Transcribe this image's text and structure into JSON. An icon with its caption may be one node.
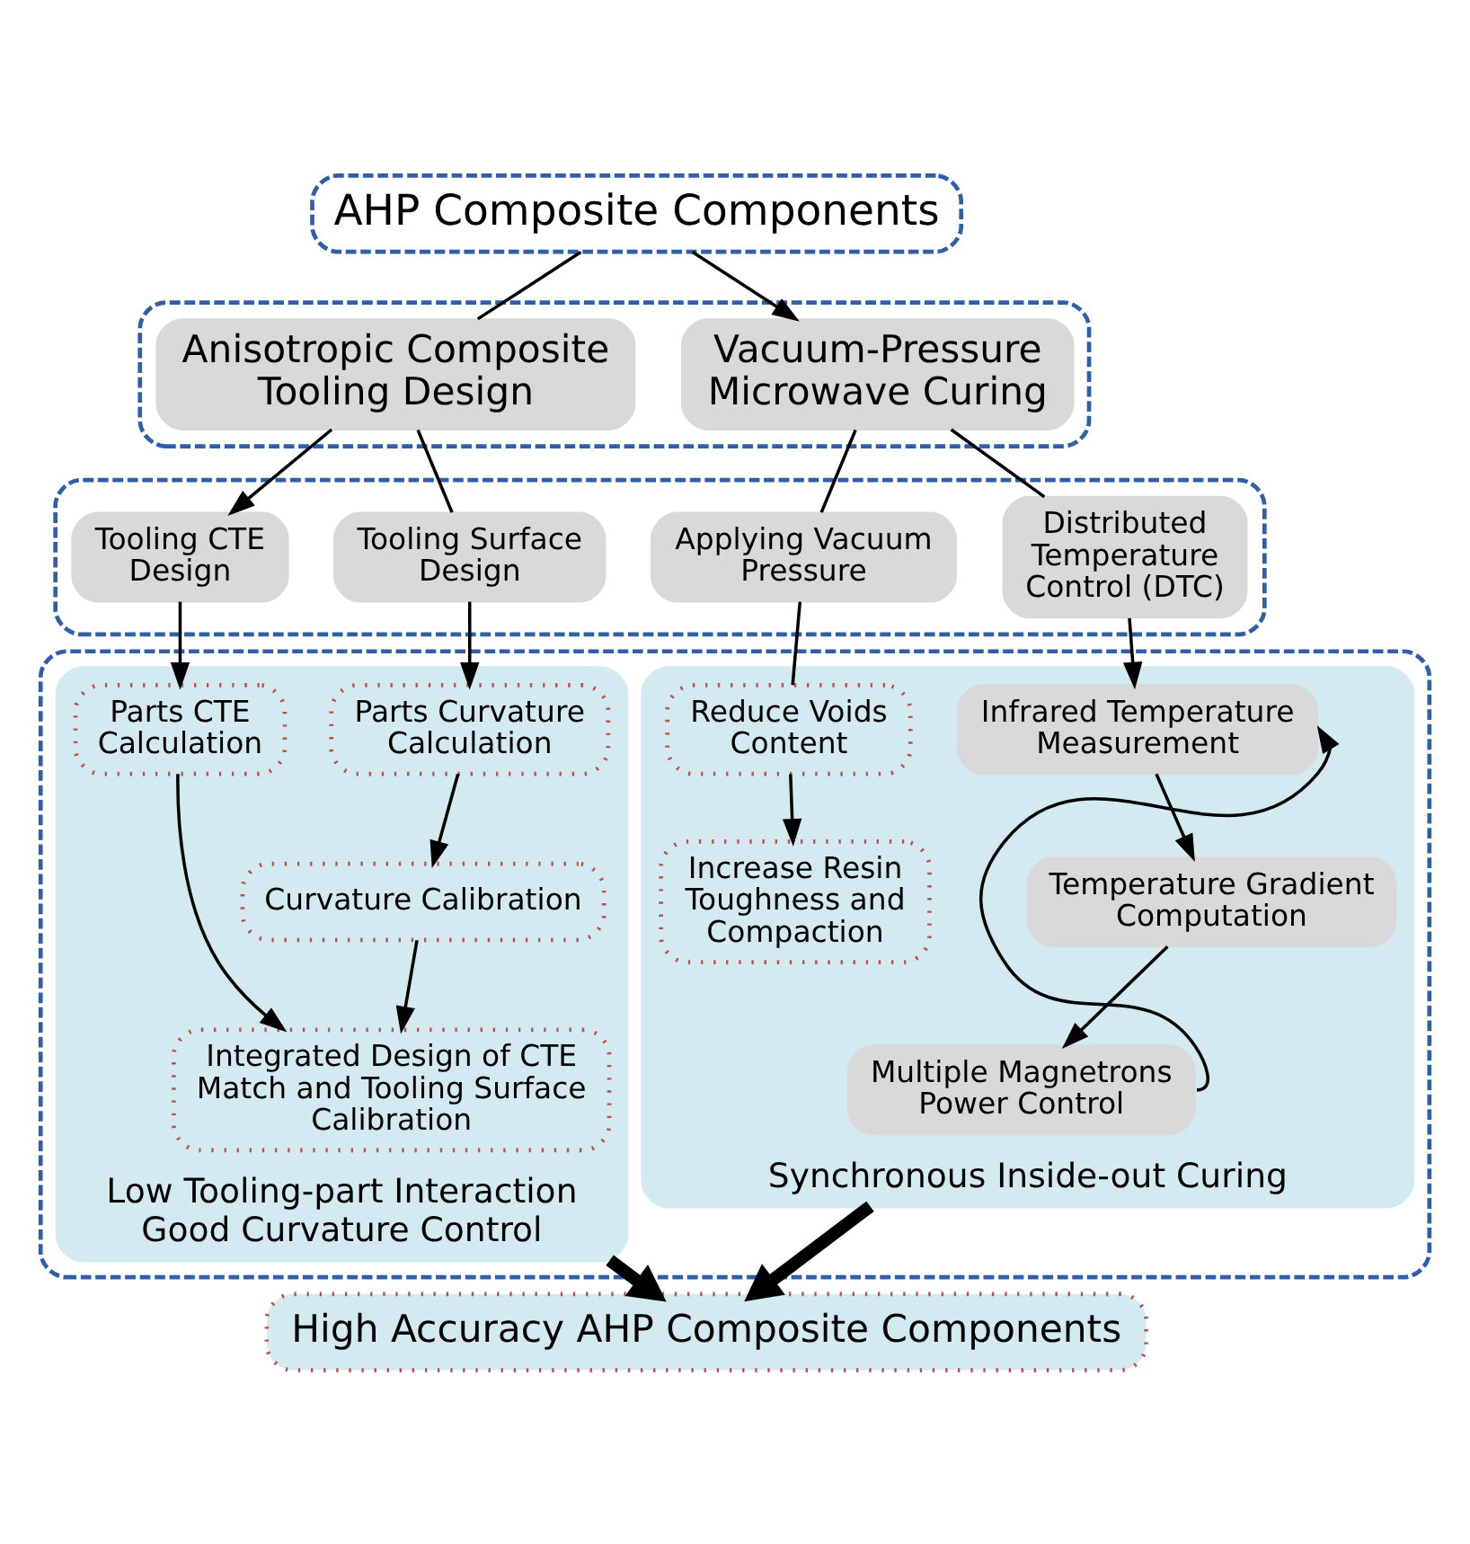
{
  "diagram": {
    "nodes": [
      {
        "text": [
          "AHP Composite Components"
        ]
      },
      {
        "text": [],
        "shape": "box"
      },
      {
        "text": [
          "Anisotropic Composite Tooling Design"
        ],
        "in": 1
      },
      {
        "text": [
          "Vacuum-Pressure Microwave Curing"
        ],
        "in": 1
      },
      {
        "text": [],
        "shape": "box"
      },
      {
        "text": [
          "Tooling CTE Design"
        ],
        "in": 4
      },
      {
        "text": [
          "Tooling Surface Design"
        ],
        "in": 4
      },
      {
        "text": [
          "Applying Vacuum Pressure"
        ],
        "in": 4
      },
      {
        "text": [
          "Distributed Temperature Control (DTC)"
        ],
        "in": 4
      },
      {
        "text": [],
        "shape": "box"
      },
      {
        "text": [
          "Low Tooling-part Interaction Good Curvature Control"
        ],
        "in": 9
      },
      {
        "text": [
          "Parts CTE Calculation"
        ],
        "in": 10
      },
      {
        "text": [
          "Parts Curvature Calculation"
        ],
        "in": 10
      },
      {
        "text": [
          "Curvature Calibration"
        ],
        "in": 10
      },
      {
        "text": [
          "Integrated Design of CTE Match and Tooling Surface Calibration"
        ],
        "in": 10
      },
      {
        "text": [
          "Synchronous Inside-out Curing"
        ],
        "in": 9
      },
      {
        "text": [
          "Reduce Voids Content"
        ],
        "in": 15
      },
      {
        "text": [
          "Increase Resin Toughness and Compaction"
        ],
        "in": 15
      },
      {
        "text": [
          "Infrared Temperature Measurement"
        ],
        "in": 15
      },
      {
        "text": [
          "Temperature Gradient Computation"
        ],
        "in": 15
      },
      {
        "text": [
          "Multiple Magnetrons Power Control"
        ],
        "in": 15
      },
      {
        "text": [
          "High Accuracy AHP Composite Components"
        ]
      }
    ],
    "edges": [
      {
        "from": 0,
        "to": 2,
        "arrow": "none"
      },
      {
        "from": 0,
        "to": 3,
        "arrow": "to"
      },
      {
        "from": 2,
        "to": 5,
        "arrow": "to"
      },
      {
        "from": 2,
        "to": 6,
        "arrow": "none"
      },
      {
        "from": 3,
        "to": 7,
        "arrow": "none"
      },
      {
        "from": 3,
        "to": 8,
        "arrow": "none"
      },
      {
        "from": 5,
        "to": 11,
        "arrow": "to"
      },
      {
        "from": 6,
        "to": 12,
        "arrow": "to"
      },
      {
        "from": 7,
        "to": 16,
        "arrow": "none"
      },
      {
        "from": 8,
        "to": 18,
        "arrow": "to"
      },
      {
        "from": 11,
        "to": 14,
        "arrow": "to"
      },
      {
        "from": 12,
        "to": 13,
        "arrow": "to"
      },
      {
        "from": 13,
        "to": 14,
        "arrow": "to"
      },
      {
        "from": 16,
        "to": 17,
        "arrow": "to"
      },
      {
        "from": 18,
        "to": 19,
        "arrow": "to"
      },
      {
        "from": 19,
        "to": 20,
        "arrow": "to"
      },
      {
        "from": 20,
        "to": 18,
        "arrow": "to"
      },
      {
        "from": 10,
        "to": 21,
        "arrow": "to",
        "style": "thick"
      },
      {
        "from": 15,
        "to": 21,
        "arrow": "to",
        "style": "thick"
      }
    ]
  }
}
